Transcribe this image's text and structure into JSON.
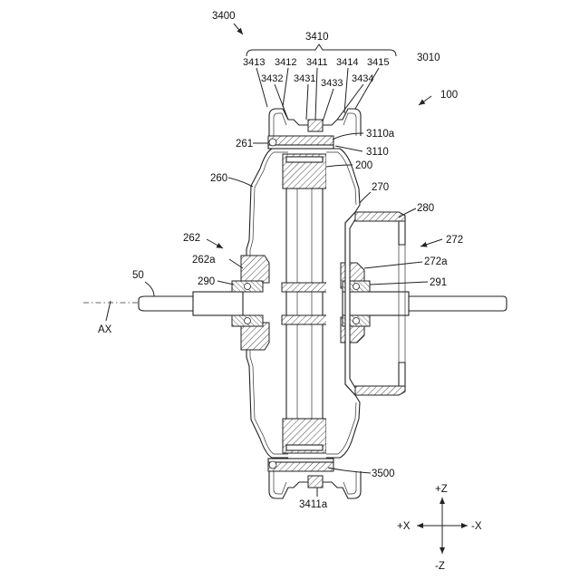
{
  "labels": {
    "l3400": "3400",
    "l3410": "3410",
    "l3010": "3010",
    "l100": "100",
    "l3413": "3413",
    "l3412": "3412",
    "l3411": "3411",
    "l3414": "3414",
    "l3415": "3415",
    "l3432": "3432",
    "l3431": "3431",
    "l3433": "3433",
    "l3434": "3434",
    "l3110a": "3110a",
    "l261": "261",
    "l3110": "3110",
    "l200": "200",
    "l260": "260",
    "l270": "270",
    "l280": "280",
    "l262": "262",
    "l272": "272",
    "l262a": "262a",
    "l272a": "272a",
    "l290": "290",
    "l291": "291",
    "l50": "50",
    "lAX": "AX",
    "l3500": "3500",
    "l3411a": "3411a"
  },
  "axes": {
    "plusZ": "+Z",
    "minusZ": "-Z",
    "plusX": "+X",
    "minusX": "-X"
  }
}
